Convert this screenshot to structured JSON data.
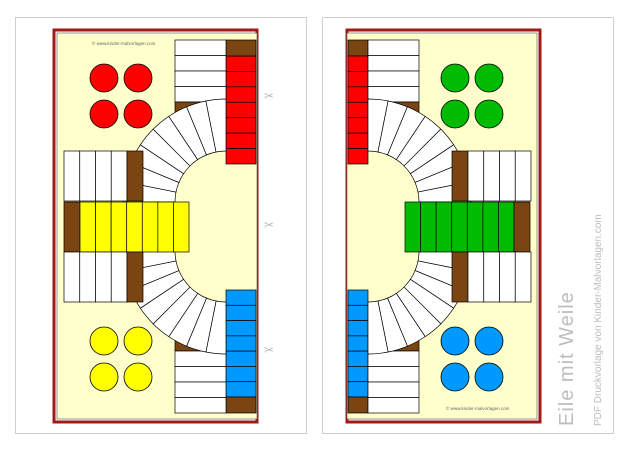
{
  "sheet": {
    "title": "Eile mit Weile",
    "subtitle": "PDF Druckvorlage von Kinder-Malvorlagen.com",
    "watermark": "© www.kinder-malvorlagen.com",
    "cut_mark_icon": "scissors-icon",
    "cut_marks_left": [
      "✂",
      "✂",
      "✂"
    ]
  },
  "colors": {
    "board_bg": "#ffffcc",
    "frame": "#a11a1a",
    "path": "#7a4512",
    "red": "#ff0000",
    "yellow": "#ffff00",
    "green": "#00bb00",
    "blue": "#0099ff"
  },
  "players": [
    "red",
    "yellow",
    "green",
    "blue"
  ]
}
